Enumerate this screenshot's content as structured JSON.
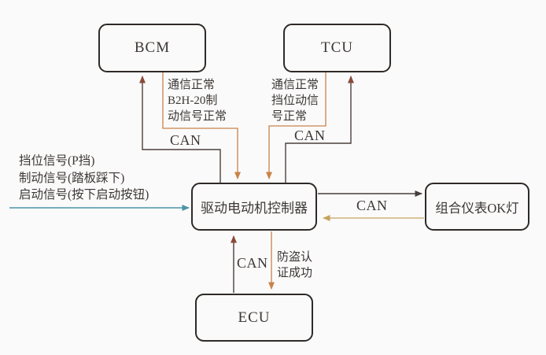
{
  "diagram": {
    "nodes": [
      {
        "id": "bcm",
        "label": "BCM"
      },
      {
        "id": "tcu",
        "label": "TCU"
      },
      {
        "id": "motor_controller",
        "label": "驱动电动机控制器"
      },
      {
        "id": "instrument_cluster",
        "label": "组合仪表OK灯"
      },
      {
        "id": "ecu",
        "label": "ECU"
      }
    ],
    "labels": {
      "input_signals": "挡位信号(P挡)\n制动信号(踏板踩下)\n启动信号(按下启动按钮)",
      "bcm_feedback": "通信正常\nB2H-20制\n动信号正常",
      "bcm_can": "CAN",
      "tcu_feedback": "通信正常\n挡位动信\n号正常",
      "tcu_can": "CAN",
      "cluster_can": "CAN",
      "ecu_can": "CAN",
      "antitheft_auth": "防盗认\n证成功"
    },
    "edges": [
      {
        "from": "external_signals",
        "to": "motor_controller",
        "label_key": "input_signals",
        "color": "teal"
      },
      {
        "from": "motor_controller",
        "to": "bcm",
        "label_key": "bcm_can",
        "color": "dark"
      },
      {
        "from": "bcm",
        "to": "motor_controller",
        "label_key": "bcm_feedback",
        "color": "orange"
      },
      {
        "from": "motor_controller",
        "to": "tcu",
        "label_key": "tcu_can",
        "color": "dark"
      },
      {
        "from": "tcu",
        "to": "motor_controller",
        "label_key": "tcu_feedback",
        "color": "orange"
      },
      {
        "from": "motor_controller",
        "to": "instrument_cluster",
        "label_key": "cluster_can",
        "color": "dark"
      },
      {
        "from": "instrument_cluster",
        "to": "motor_controller",
        "label_key": "cluster_can",
        "color": "gold"
      },
      {
        "from": "ecu",
        "to": "motor_controller",
        "label_key": "ecu_can",
        "color": "dark"
      },
      {
        "from": "motor_controller",
        "to": "ecu",
        "label_key": "antitheft_auth",
        "color": "orange"
      }
    ],
    "colors": {
      "background": "#fbfafa",
      "box_border": "#2e2a27",
      "text": "#3b3735",
      "dark_line": "#4a403c",
      "maroon_arrowhead": "#8a4a3a",
      "orange_line": "#c8834a",
      "gold_line": "#c6a35e",
      "teal_line": "#4b94a7"
    }
  }
}
